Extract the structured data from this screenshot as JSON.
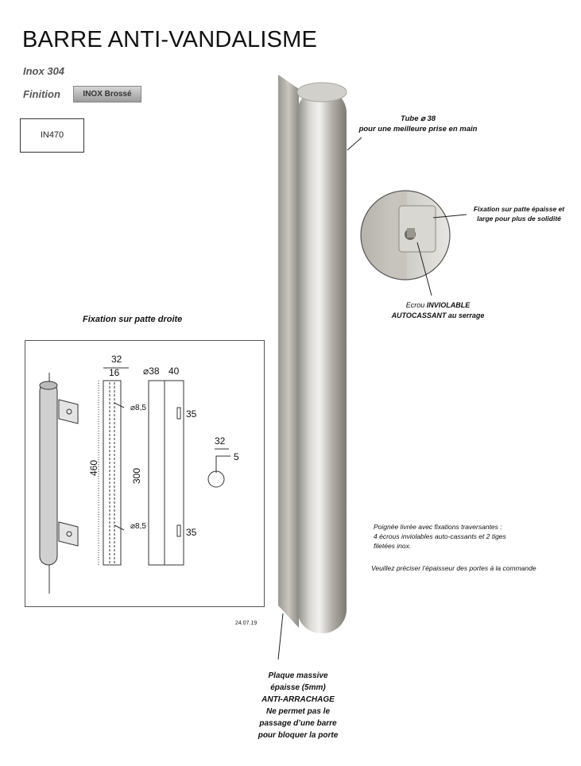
{
  "title": "BARRE ANTI-VANDALISME",
  "material": "Inox 304",
  "finish_label": "Finition",
  "finish_badge": "INOX Brossé",
  "reference": "IN470",
  "callouts": {
    "tube_line1": "Tube  ⌀ 38",
    "tube_line2": "pour une meilleure prise en main",
    "fixation_line1": "Fixation sur patte épaisse et",
    "fixation_line2": "large pour plus de solidité",
    "nut_line1_a": "Ecrou ",
    "nut_line1_b": "INVIOLABLE",
    "nut_line2": "AUTOCASSANT au serrage",
    "plate_line1": "Plaque massive",
    "plate_line2": "épaisse (5mm)",
    "plate_line3": "ANTI-ARRACHAGE",
    "plate_line4": "Ne permet pas le",
    "plate_line5": "passage d’une barre",
    "plate_line6": "pour bloquer la porte"
  },
  "info": {
    "delivery_line1": "Poignée livrée avec fixations traversantes :",
    "delivery_line2": "4 écrous inviolables auto-cassants et 2 tiges",
    "delivery_line3": "filetées inox.",
    "order_note": "Veuillez préciser l’épaisseur des portes à la commande"
  },
  "drawing": {
    "title": "Fixation sur patte droite",
    "dim_32_top": "32",
    "dim_16": "16",
    "dim_38": "⌀38",
    "dim_40": "40",
    "dim_85_top": "⌀8,5",
    "dim_85_bottom": "⌀8,5",
    "dim_460": "460",
    "dim_300": "300",
    "dim_35_top": "35",
    "dim_35_bottom": "35",
    "dim_32_side": "32",
    "dim_5": "5",
    "date": "24.07.19"
  }
}
